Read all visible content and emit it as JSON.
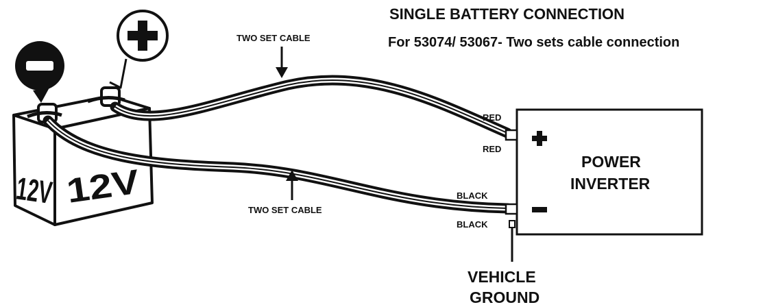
{
  "title": "SINGLE BATTERY CONNECTION",
  "subtitle": "For 53074/ 53067- Two sets cable connection",
  "cable_label_top": "TWO SET CABLE",
  "cable_label_bottom": "TWO SET CABLE",
  "wire_labels": {
    "red_top": "RED",
    "red_bottom": "RED",
    "black_top": "BLACK",
    "black_bottom": "BLACK"
  },
  "battery": {
    "label_side": "12V",
    "label_front": "12V",
    "negative_symbol": "−",
    "positive_symbol": "+"
  },
  "inverter": {
    "line1": "POWER",
    "line2": "INVERTER",
    "plus_symbol": "+",
    "minus_symbol": "−"
  },
  "ground": {
    "line1": "VEHICLE",
    "line2": "GROUND"
  },
  "icons": [
    "negative-terminal-icon",
    "positive-terminal-icon",
    "arrow-down-icon",
    "arrow-up-icon"
  ],
  "colors": {
    "ink": "#111111",
    "background": "#ffffff"
  }
}
